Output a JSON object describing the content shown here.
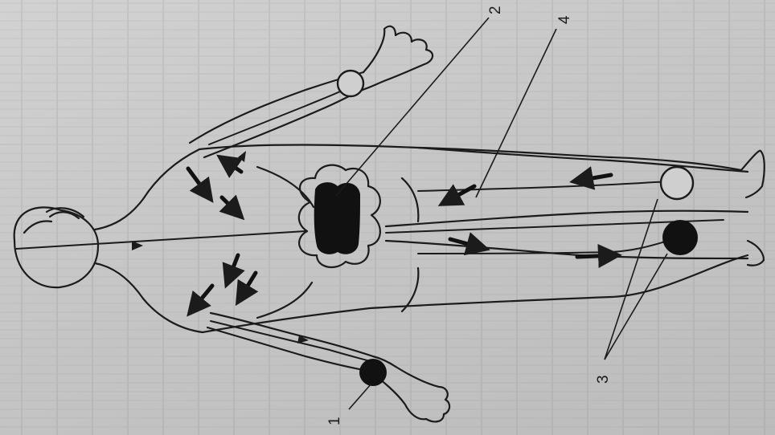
{
  "figure": {
    "labels": {
      "one": "1",
      "two": "2",
      "three": "3",
      "four": "4"
    },
    "colors": {
      "ink": "#1b1b1b",
      "paper": "#c9c9c9",
      "marker_fill": "#111111"
    }
  }
}
